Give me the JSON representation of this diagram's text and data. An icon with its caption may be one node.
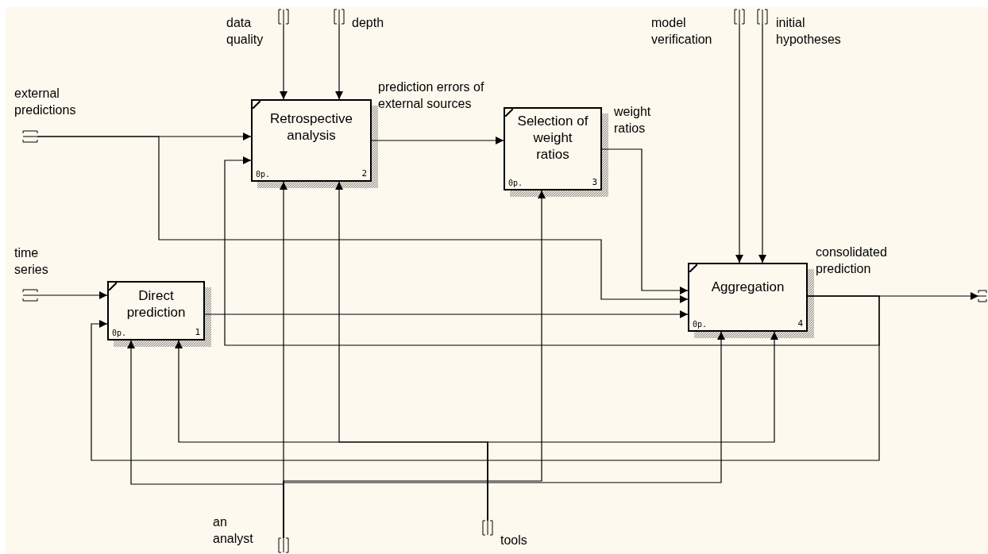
{
  "diagram": {
    "nodes": [
      {
        "text": [
          "Direct prediction",
          "0p.",
          "1"
        ]
      },
      {
        "text": [
          "Retrospective analysis",
          "0p.",
          "2"
        ]
      },
      {
        "text": [
          "Selection of weight ratios",
          "0p.",
          "3"
        ]
      },
      {
        "text": [
          "Aggregation",
          "0p.",
          "4"
        ]
      },
      {
        "text": [],
        "shape": "bracket"
      },
      {
        "text": [],
        "shape": "bracket"
      },
      {
        "text": [],
        "shape": "bracket"
      },
      {
        "text": [],
        "shape": "bracket"
      },
      {
        "text": [],
        "shape": "bracket"
      },
      {
        "text": [],
        "shape": "bracket"
      },
      {
        "text": [],
        "shape": "bracket"
      },
      {
        "text": [],
        "shape": "bracket"
      },
      {
        "text": [],
        "shape": "bracket"
      }
    ],
    "edges": [
      {
        "from": 4,
        "to": 1,
        "arrow": "to",
        "label": "external predictions"
      },
      {
        "from": 4,
        "to": 3,
        "arrow": "to"
      },
      {
        "from": 5,
        "to": 0,
        "arrow": "to",
        "label": "time series"
      },
      {
        "from": 6,
        "to": 1,
        "arrow": "to",
        "label": "data quality"
      },
      {
        "from": 7,
        "to": 1,
        "arrow": "to",
        "label": "depth"
      },
      {
        "from": 1,
        "to": 2,
        "arrow": "to",
        "label": "prediction errors of external sources"
      },
      {
        "from": 2,
        "to": 3,
        "arrow": "to",
        "label": "weight ratios"
      },
      {
        "from": 0,
        "to": 3,
        "arrow": "to"
      },
      {
        "from": 8,
        "to": 3,
        "arrow": "to",
        "label": "model verification"
      },
      {
        "from": 9,
        "to": 3,
        "arrow": "to",
        "label": "initial hypotheses"
      },
      {
        "from": 3,
        "to": 10,
        "arrow": "to",
        "label": "consolidated prediction"
      },
      {
        "from": 3,
        "to": 1,
        "arrow": "to"
      },
      {
        "from": 3,
        "to": 0,
        "arrow": "to"
      },
      {
        "from": 11,
        "to": 1,
        "arrow": "to",
        "label": "an analyst"
      },
      {
        "from": 11,
        "to": 0,
        "arrow": "to"
      },
      {
        "from": 11,
        "to": 2,
        "arrow": "to"
      },
      {
        "from": 11,
        "to": 3,
        "arrow": "to"
      },
      {
        "from": 12,
        "to": 0,
        "arrow": "to",
        "label": "tools"
      },
      {
        "from": 12,
        "to": 1,
        "arrow": "to"
      },
      {
        "from": 12,
        "to": 3,
        "arrow": "to"
      }
    ]
  }
}
